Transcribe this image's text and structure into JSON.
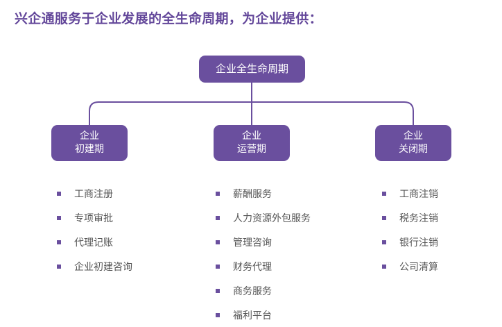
{
  "heading": "兴企通服务于企业发展的全生命周期，为企业提供：",
  "root": {
    "label": "企业全生命周期"
  },
  "stages": [
    {
      "line1": "企业",
      "line2": "初建期",
      "services": [
        "工商注册",
        "专项审批",
        "代理记账",
        "企业初建咨询"
      ]
    },
    {
      "line1": "企业",
      "line2": "运营期",
      "services": [
        "薪酬服务",
        "人力资源外包服务",
        "管理咨询",
        "财务代理",
        "商务服务",
        "福利平台"
      ]
    },
    {
      "line1": "企业",
      "line2": "关闭期",
      "services": [
        "工商注销",
        "税务注销",
        "银行注销",
        "公司清算"
      ]
    }
  ],
  "colors": {
    "accent": "#6a4f9e",
    "heading": "#63479a",
    "text": "#555555"
  }
}
